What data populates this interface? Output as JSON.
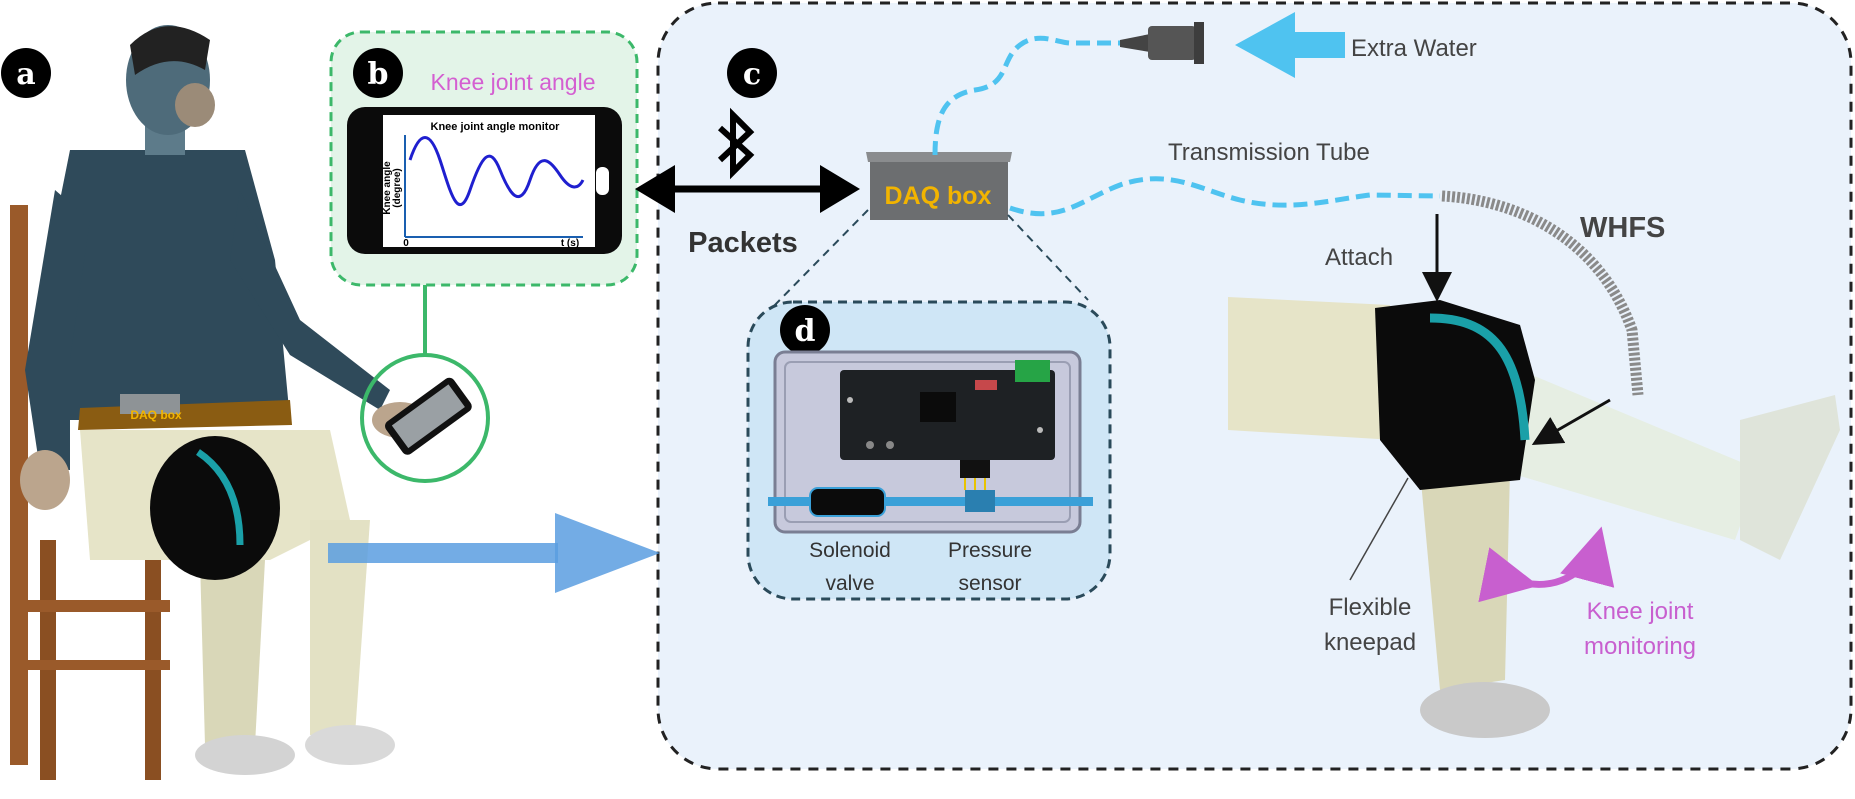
{
  "panels": {
    "a": {
      "badge": "a",
      "daq_belt_label": "DAQ box"
    },
    "b": {
      "badge": "b",
      "title": "Knee joint angle",
      "monitor_title": "Knee joint angle monitor",
      "y_axis_label_1": "Knee angle",
      "y_axis_label_2": "(degree)",
      "x_origin": "0",
      "x_axis_label": "t (s)"
    },
    "c": {
      "badge": "c",
      "link_label": "Packets",
      "daq_box_label": "DAQ box",
      "extra_water": "Extra Water",
      "tube_label": "Transmission Tube",
      "attach_label": "Attach",
      "sensor_label": "WHFS",
      "kneepad_line1": "Flexible",
      "kneepad_line2": "kneepad",
      "monitor_line1": "Knee joint",
      "monitor_line2": "monitoring"
    },
    "d": {
      "badge": "d",
      "valve_line1": "Solenoid",
      "valve_line2": "valve",
      "sensor_line1": "Pressure",
      "sensor_line2": "sensor"
    }
  },
  "colors": {
    "panel_b_border": "#3cb86a",
    "panel_b_fill": "#e3f4e8",
    "panel_c_fill": "#eaf2fb",
    "panel_d_fill": "#cfe6f6",
    "daq_label": "#f2b400",
    "tube": "#4fc3f0",
    "title_b": "#d45fd1",
    "motion_arrow": "#c85fcf",
    "flow_arrow": "#5a9de0"
  }
}
